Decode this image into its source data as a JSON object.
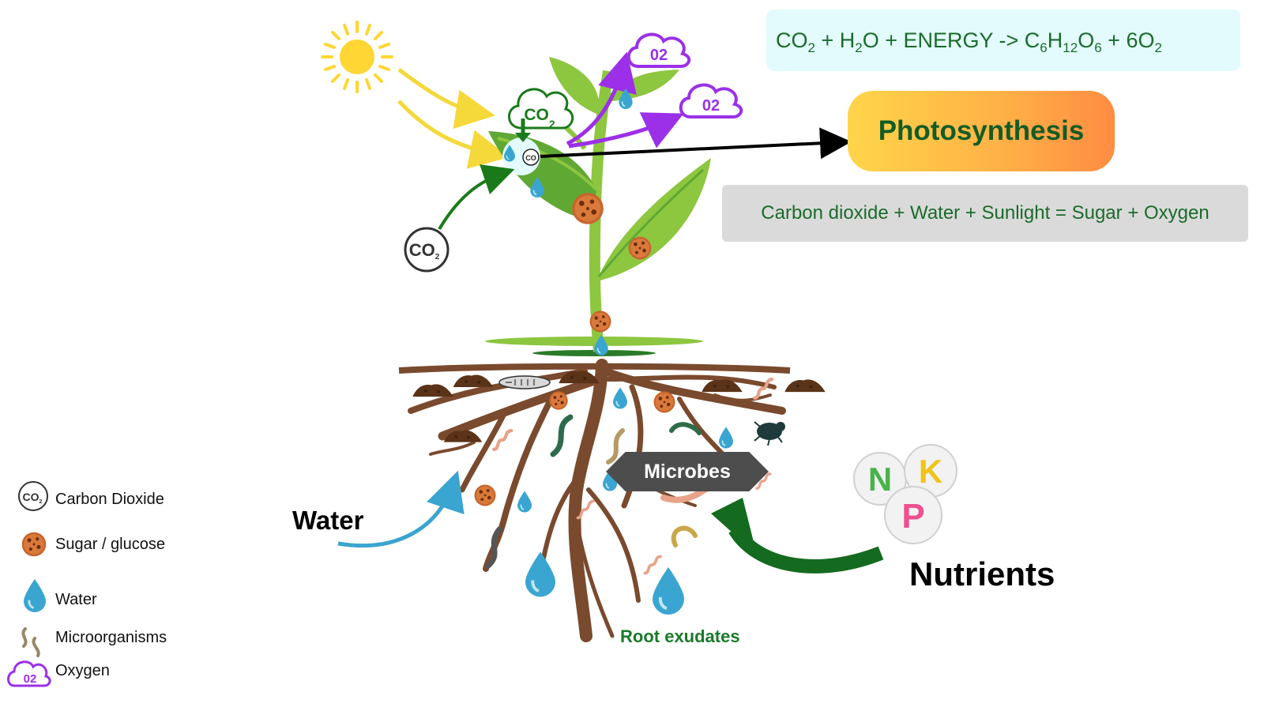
{
  "equation": {
    "co2": "CO",
    "co2_sub": "2",
    "plus_h2o": " + H",
    "h2o_sub": "2",
    "h2o_tail": "O + ENERGY -> C",
    "c_sub": "6",
    "h": "H",
    "h_sub": "12",
    "o": "O",
    "o_sub": "6",
    "o2_part": " + 6O",
    "o2_sub": "2"
  },
  "photosynthesis_label": "Photosynthesis",
  "word_equation": "Carbon dioxide + Water + Sunlight = Sugar + Oxygen",
  "water_label": "Water",
  "nutrients_label": "Nutrients",
  "root_exudates_label": "Root exudates",
  "microbes_label": "Microbes",
  "co2_icon_text": "CO",
  "co2_icon_sub": "2",
  "co2_cloud_text": "CO",
  "co2_cloud_sub": "2",
  "o2_cloud_text": "02",
  "npk": {
    "n": "N",
    "k": "K",
    "p": "P"
  },
  "legend": [
    {
      "icon": "co2-icon",
      "label": "Carbon Dioxide"
    },
    {
      "icon": "sugar-glucose-icon",
      "label": "Sugar / glucose"
    },
    {
      "icon": "water-drop-icon",
      "label": "Water"
    },
    {
      "icon": "microorganism-icon",
      "label": "Microorganisms"
    },
    {
      "icon": "oxygen-cloud-icon",
      "label": "Oxygen"
    }
  ],
  "colors": {
    "leaf_light": "#8dc63f",
    "leaf_dark": "#5fa834",
    "root_brown": "#7a4a2e",
    "water_blue": "#3aa5d0",
    "oxygen_purple": "#9b30e8",
    "sun_yellow": "#ffd633",
    "arrow_green": "#1a7a1a",
    "text_green": "#1a6b2a"
  }
}
